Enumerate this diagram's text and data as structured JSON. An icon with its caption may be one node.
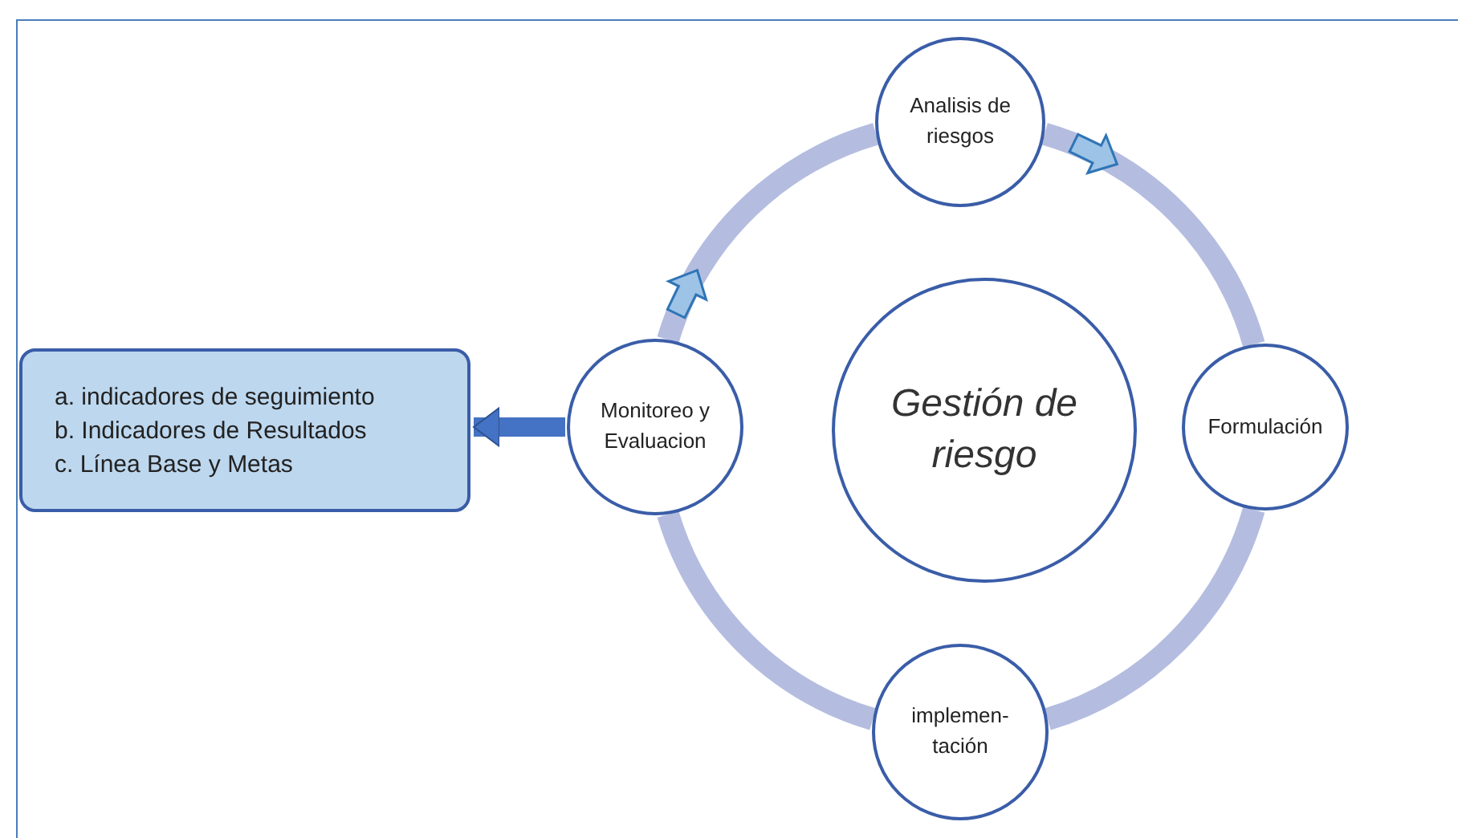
{
  "diagram": {
    "nodes": [
      {
        "text": [
          "a. indicadores de seguimiento",
          "b. Indicadores de Resultados",
          "c. Línea Base y Metas"
        ]
      },
      {
        "text": [
          "Analisis de riesgos"
        ]
      },
      {
        "text": [
          "Monitoreo y Evaluacion"
        ]
      },
      {
        "text": [
          "Gestión de riesgo"
        ]
      },
      {
        "text": [
          "Formulación"
        ]
      },
      {
        "text": [
          "implemen- tación"
        ]
      }
    ],
    "edges": [
      {
        "from": 2,
        "to": 1,
        "arrow": "none"
      },
      {
        "from": 1,
        "to": 4,
        "arrow": "none"
      },
      {
        "from": 4,
        "to": 5,
        "arrow": "none"
      },
      {
        "from": 5,
        "to": 2,
        "arrow": "none"
      },
      {
        "from": 2,
        "to": 0,
        "arrow": "to",
        "color": "#4472c4"
      }
    ]
  }
}
